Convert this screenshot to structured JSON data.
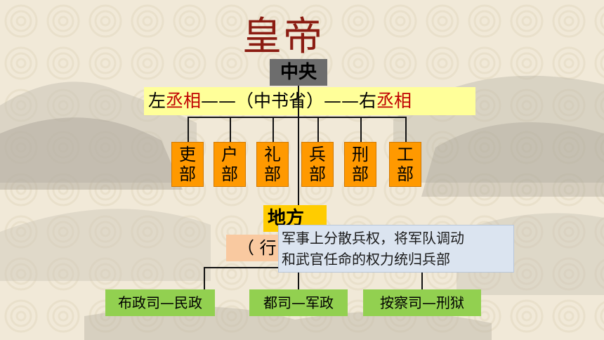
{
  "title": "皇帝",
  "central": {
    "label": "中央",
    "ministers": {
      "left_prefix": "左",
      "left_red": "丞相",
      "middle": "——（中书省）——右",
      "right_red": "丞相"
    },
    "departments": [
      {
        "top": "吏",
        "bottom": "部"
      },
      {
        "top": "户",
        "bottom": "部"
      },
      {
        "top": "礼",
        "bottom": "部"
      },
      {
        "top": "兵",
        "bottom": "部"
      },
      {
        "top": "刑",
        "bottom": "部"
      },
      {
        "top": "工",
        "bottom": "部"
      }
    ]
  },
  "local": {
    "label": "地方",
    "province_fragment": "（ 行",
    "offices": [
      "布政司—民政",
      "都司—军政",
      "按察司—刑狱"
    ]
  },
  "callout": {
    "line1": "军事上分散兵权，将军队调动",
    "line2": "和武官任命的权力统归兵部"
  },
  "colors": {
    "title": "#8b1c12",
    "dept": "#ff9900",
    "minister_bar": "#ffff99",
    "local": "#ffcc00",
    "office": "#92d050",
    "callout": "#dbe4f0"
  }
}
